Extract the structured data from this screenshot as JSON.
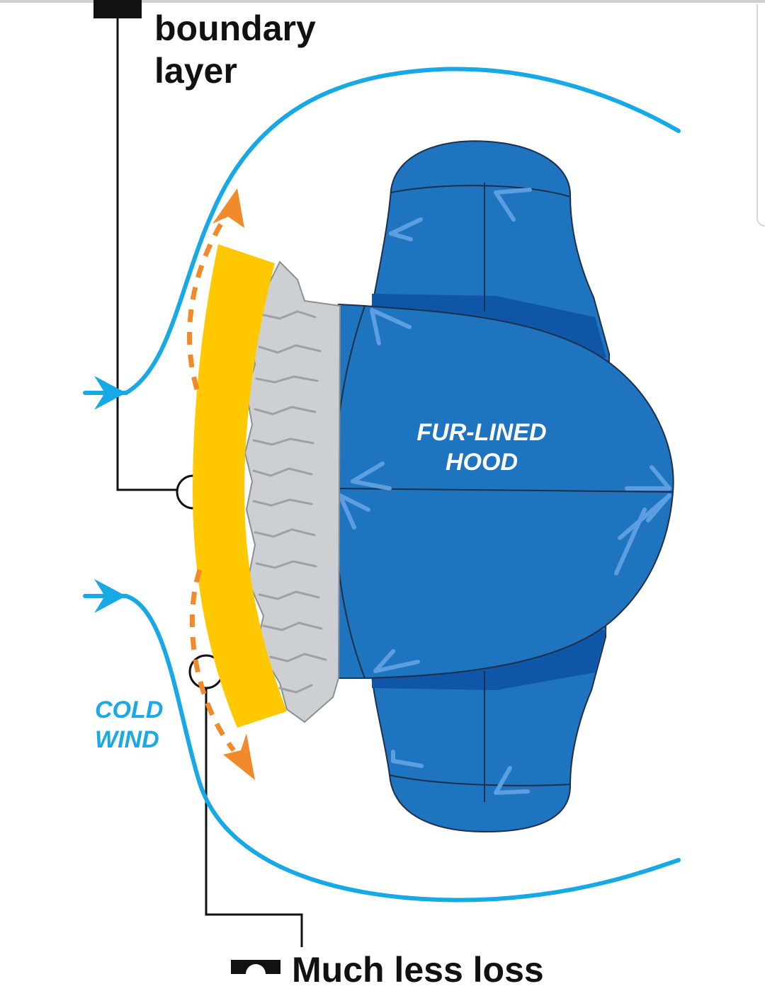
{
  "callouts": {
    "top_lines": [
      "boundary",
      "layer"
    ],
    "bottom_text": "Much less loss"
  },
  "labels": {
    "hood_lines": [
      "FUR-LINED",
      "HOOD"
    ],
    "wind_lines": [
      "COLD",
      "WIND"
    ]
  },
  "colors": {
    "hood_blue": "#1f74bf",
    "hood_dark": "#0f55a8",
    "hood_outline": "#1d2f4a",
    "wind_blue": "#17a8e6",
    "boundary_yellow": "#ffc800",
    "flow_orange": "#f08a2a",
    "fur_gray": "#cdd0d3",
    "leader_black": "#111111"
  }
}
